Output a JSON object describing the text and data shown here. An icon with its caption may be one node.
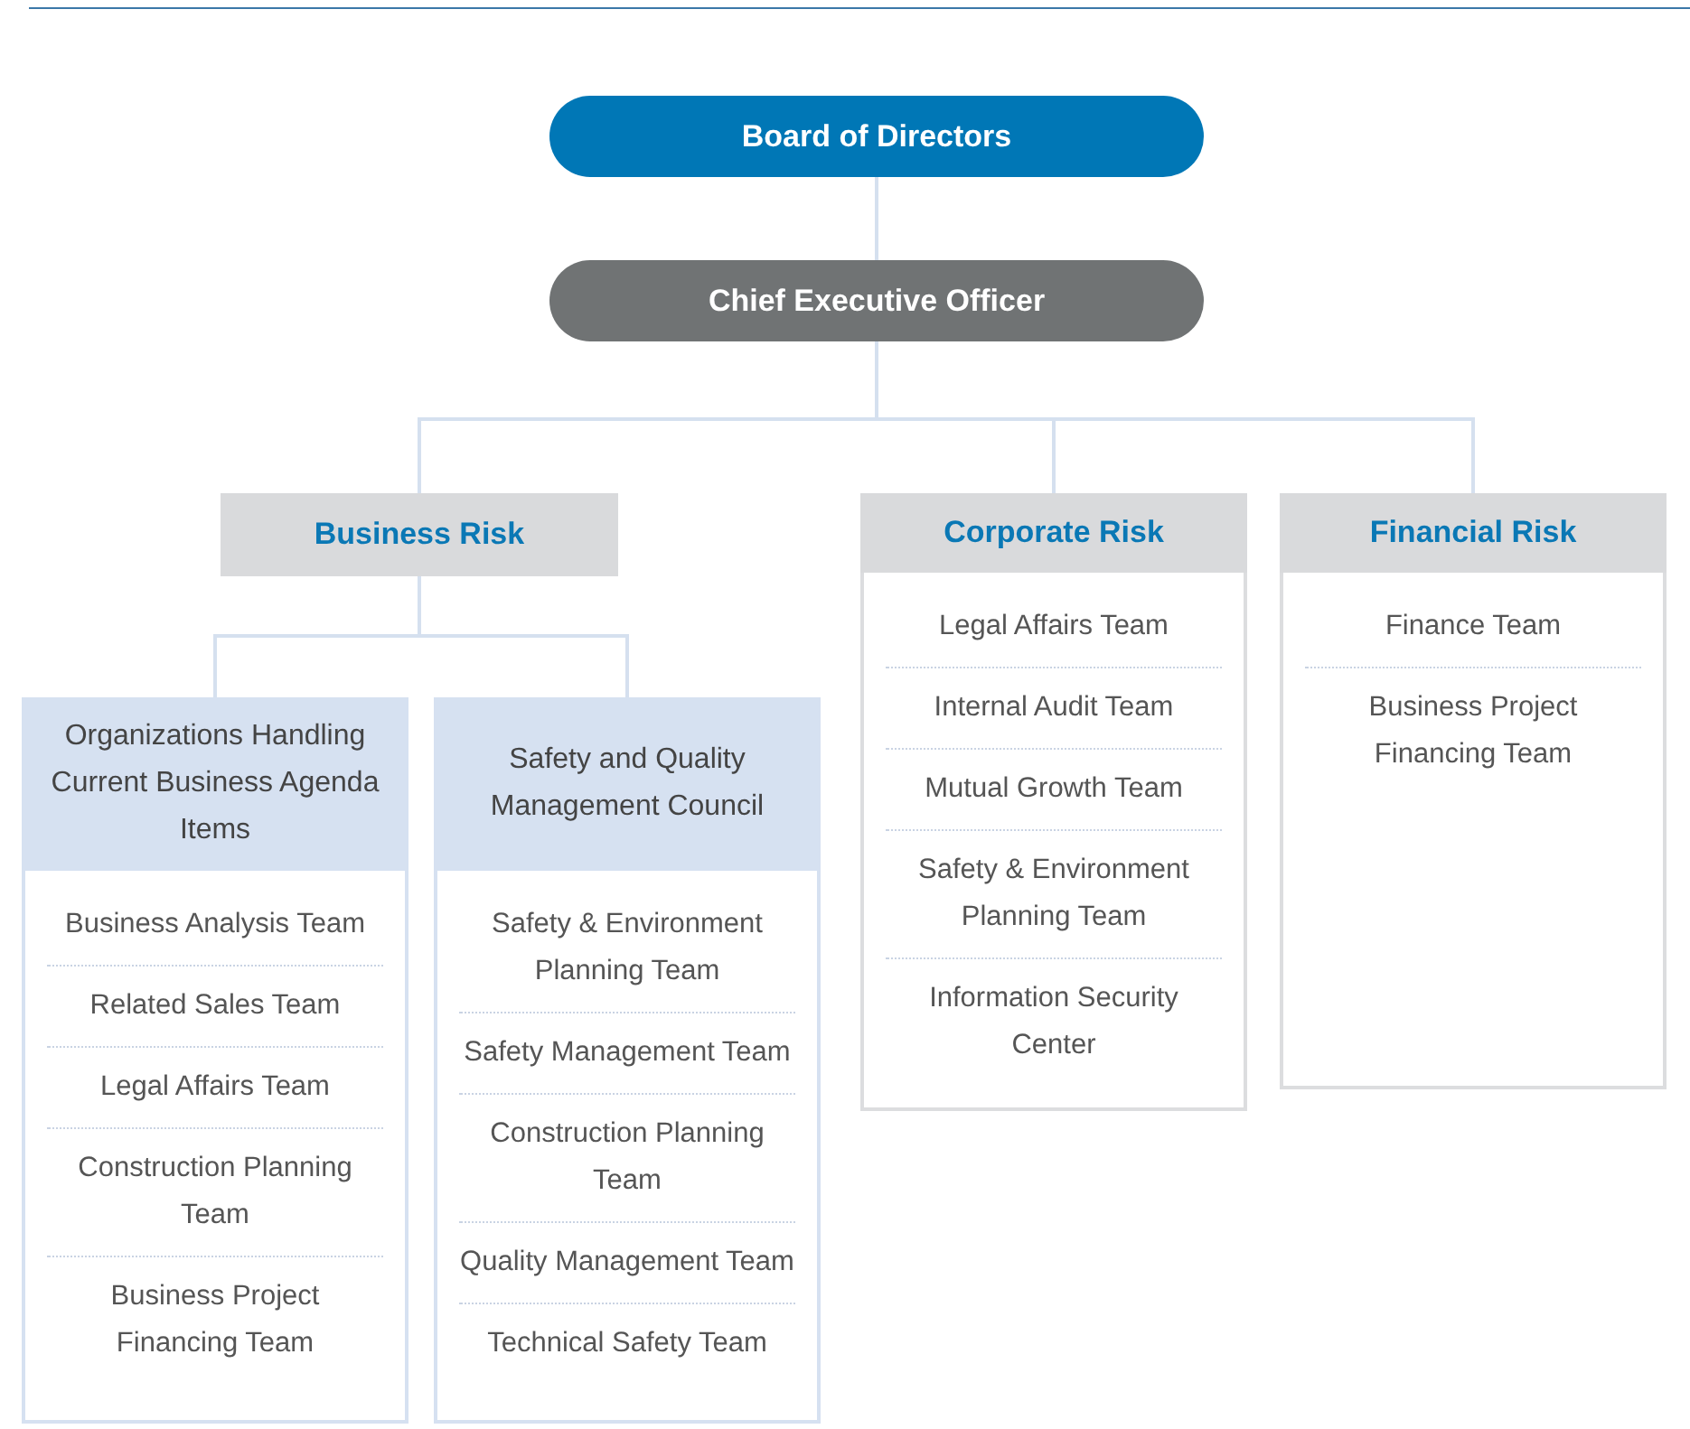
{
  "diagram": {
    "nodes": [
      {
        "text": [
          "Board of Directors"
        ]
      },
      {
        "text": [
          "Chief Executive Officer"
        ]
      },
      {
        "text": [
          "Business Risk"
        ]
      },
      {
        "text": [
          "Corporate Risk",
          "Legal Affairs Team",
          "Internal Audit Team",
          "Mutual Growth Team",
          "Safety & Environment Planning Team",
          "Information Security Center"
        ]
      },
      {
        "text": [
          "Financial Risk",
          "Finance Team",
          "Business Project Financing Team"
        ]
      },
      {
        "text": [
          "Organizations Handling Current Business Agenda Items",
          "Business Analysis Team",
          "Related Sales Team",
          "Legal Affairs Team",
          "Construction Planning Team",
          "Business Project Financing Team"
        ]
      },
      {
        "text": [
          "Safety and Quality Management Council",
          "Safety & Environment Planning Team",
          "Safety Management Team",
          "Construction Planning Team",
          "Quality Management Team",
          "Technical Safety Team"
        ]
      }
    ],
    "edges": [
      {
        "from": 0,
        "to": 1,
        "arrow": "none"
      },
      {
        "from": 1,
        "to": 2,
        "arrow": "none"
      },
      {
        "from": 1,
        "to": 3,
        "arrow": "none"
      },
      {
        "from": 1,
        "to": 4,
        "arrow": "none"
      },
      {
        "from": 2,
        "to": 5,
        "arrow": "none"
      },
      {
        "from": 2,
        "to": 6,
        "arrow": "none"
      }
    ]
  }
}
